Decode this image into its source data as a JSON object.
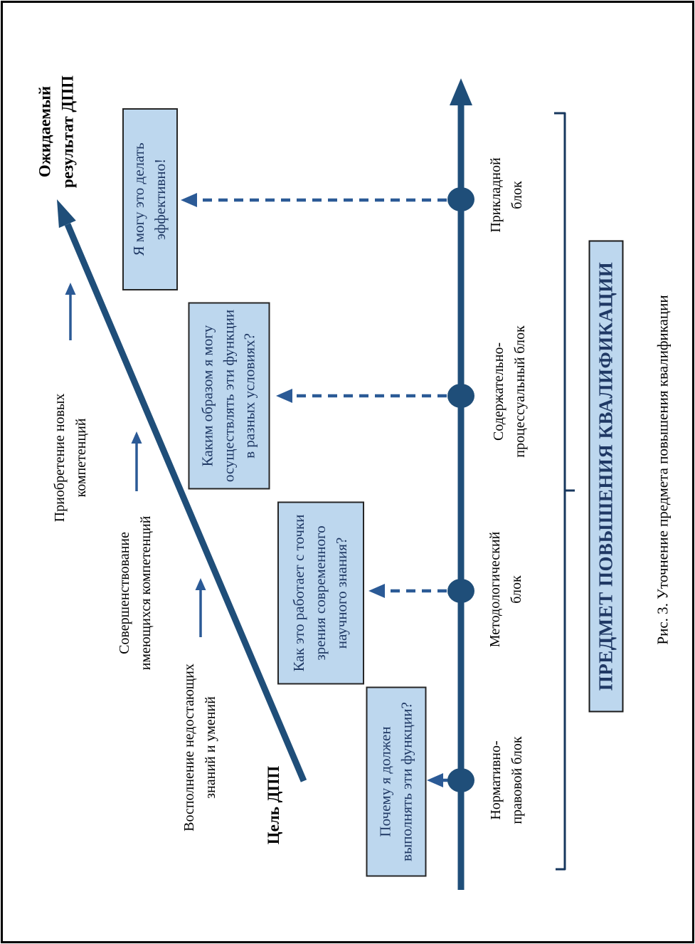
{
  "figure": {
    "caption": "Рис. 3. Уточнение предмета повышения квалификации",
    "axis_title": {
      "line1": "Ожидаемый",
      "line2": "результат ДПП"
    },
    "goal_label": "Цель ДПП",
    "subject_box": "ПРЕДМЕТ ПОВЫШЕНИЯ КВАЛИФИКАЦИИ"
  },
  "growth_labels": [
    {
      "line1": "Приобретение новых",
      "line2": "компетенций"
    },
    {
      "line1": "Совершенствование",
      "line2": "имеющихся компетенций"
    },
    {
      "line1": "Восполнение недостающих",
      "line2": "знаний и умений"
    }
  ],
  "question_boxes": [
    {
      "lines": [
        "Я могу это делать",
        "эффективно!"
      ]
    },
    {
      "lines": [
        "Каким образом я могу",
        "осуществлять эти функции",
        "в разных условиях?"
      ]
    },
    {
      "lines": [
        "Как это работает с точки",
        "зрения современного",
        "научного знания?"
      ]
    },
    {
      "lines": [
        "Почему я должен",
        "выполнять эти функции?"
      ]
    }
  ],
  "axis_blocks": [
    {
      "line1": "Прикладной",
      "line2": "блок"
    },
    {
      "line1": "Содержательно-",
      "line2": "процессуальный блок"
    },
    {
      "line1": "Методологический",
      "line2": "блок"
    },
    {
      "line1": "Нормативно-",
      "line2": "правовой блок"
    }
  ],
  "colors": {
    "arrow_dark_blue": "#1F4E79",
    "arrow_mid_blue": "#2B5A96",
    "box_fill_light_blue": "#BDD7EE",
    "box_text_navy": "#1F3864",
    "bracket_navy": "#17375E",
    "text_black": "#000000"
  }
}
